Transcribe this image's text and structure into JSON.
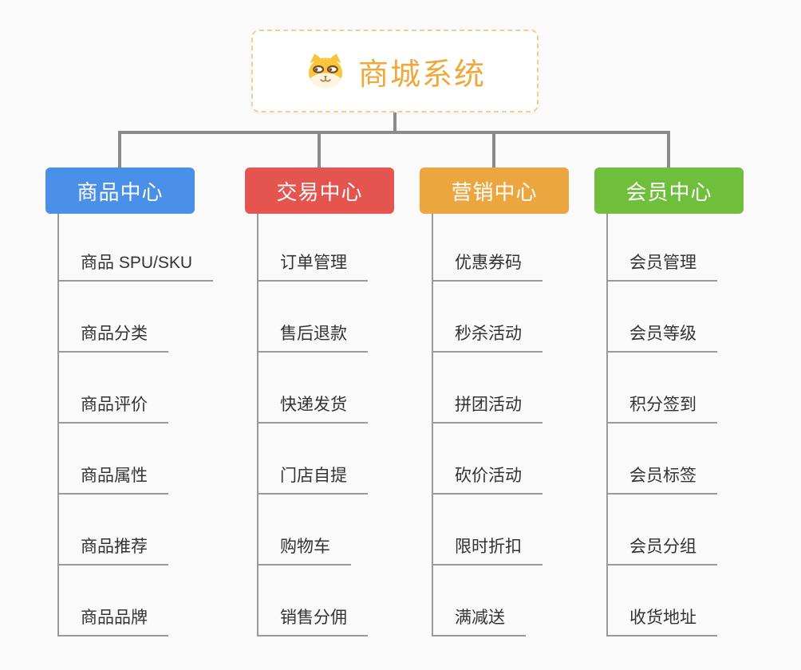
{
  "root": {
    "title": "商城系统",
    "icon": "dog-icon"
  },
  "branches": [
    {
      "label": "商品中心",
      "color": "#4a8fe8",
      "children": [
        "商品 SPU/SKU",
        "商品分类",
        "商品评价",
        "商品属性",
        "商品推荐",
        "商品品牌"
      ]
    },
    {
      "label": "交易中心",
      "color": "#e4554f",
      "children": [
        "订单管理",
        "售后退款",
        "快递发货",
        "门店自提",
        "购物车",
        "销售分佣"
      ]
    },
    {
      "label": "营销中心",
      "color": "#eca63f",
      "children": [
        "优惠券码",
        "秒杀活动",
        "拼团活动",
        "砍价活动",
        "限时折扣",
        "满减送"
      ]
    },
    {
      "label": "会员中心",
      "color": "#6fbe3c",
      "children": [
        "会员管理",
        "会员等级",
        "积分签到",
        "会员标签",
        "会员分组",
        "收货地址"
      ]
    }
  ],
  "colors": {
    "background": "#fafafa",
    "connector": "#8a8a8a",
    "child_line": "#9a9a9a",
    "child_text": "#333333",
    "root_text": "#efa83b",
    "root_border": "#f6ce8c"
  }
}
